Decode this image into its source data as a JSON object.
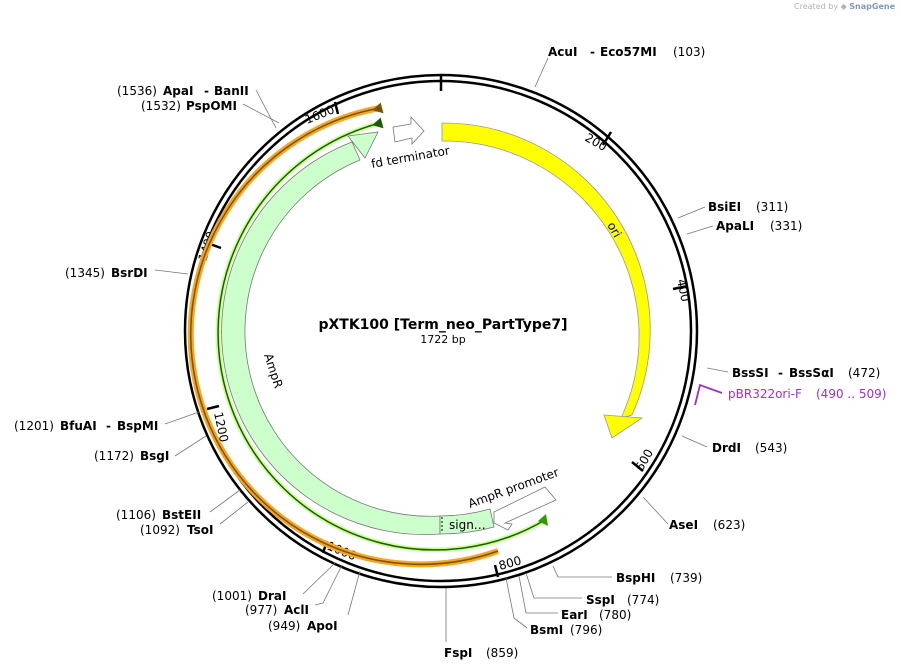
{
  "brand": {
    "created_by": "Created by",
    "app": "SnapGene"
  },
  "plasmid": {
    "name": "pXTK100 [Term_neo_PartType7]",
    "length": "1722 bp"
  },
  "ticks": [
    "200",
    "400",
    "600",
    "800",
    "1000",
    "1200",
    "1400",
    "1600"
  ],
  "features": {
    "ori": "ori",
    "ampr": "AmpR",
    "fd": "fd terminator",
    "amprp": "AmpR promoter",
    "sig": "sign…"
  },
  "primer": {
    "name": "pBR322ori-F",
    "range": "(490 .. 509)",
    "color": "#9933cc"
  },
  "sites": [
    {
      "name": "AcuI",
      "name2": "Eco57MI",
      "pos": "(103)"
    },
    {
      "name": "BsiEI",
      "pos": "(311)"
    },
    {
      "name": "ApaLI",
      "pos": "(331)"
    },
    {
      "name": "BssSI",
      "name2": "BssSαI",
      "pos": "(472)"
    },
    {
      "name": "DrdI",
      "pos": "(543)"
    },
    {
      "name": "AseI",
      "pos": "(623)"
    },
    {
      "name": "BspHI",
      "pos": "(739)"
    },
    {
      "name": "SspI",
      "pos": "(774)"
    },
    {
      "name": "EarI",
      "pos": "(780)"
    },
    {
      "name": "BsmI",
      "pos": "(796)"
    },
    {
      "name": "FspI",
      "pos": "(859)"
    },
    {
      "name": "ApoI",
      "pos": "(949)"
    },
    {
      "name": "AclI",
      "pos": "(977)"
    },
    {
      "name": "DraI",
      "pos": "(1001)"
    },
    {
      "name": "TsoI",
      "pos": "(1092)"
    },
    {
      "name": "BstEII",
      "pos": "(1106)"
    },
    {
      "name": "BsgI",
      "pos": "(1172)"
    },
    {
      "name": "BfuAI",
      "name2": "BspMI",
      "pos": "(1201)"
    },
    {
      "name": "BsrDI",
      "pos": "(1345)"
    },
    {
      "name": "PspOMI",
      "pos": "(1532)"
    },
    {
      "name": "ApaI",
      "name2": "BanII",
      "pos": "(1536)"
    }
  ],
  "colors": {
    "ori": "#ffff00",
    "ampr": "#ccffcc",
    "orange": "#f5a623",
    "green": "#339900",
    "backbone": "#000000"
  }
}
